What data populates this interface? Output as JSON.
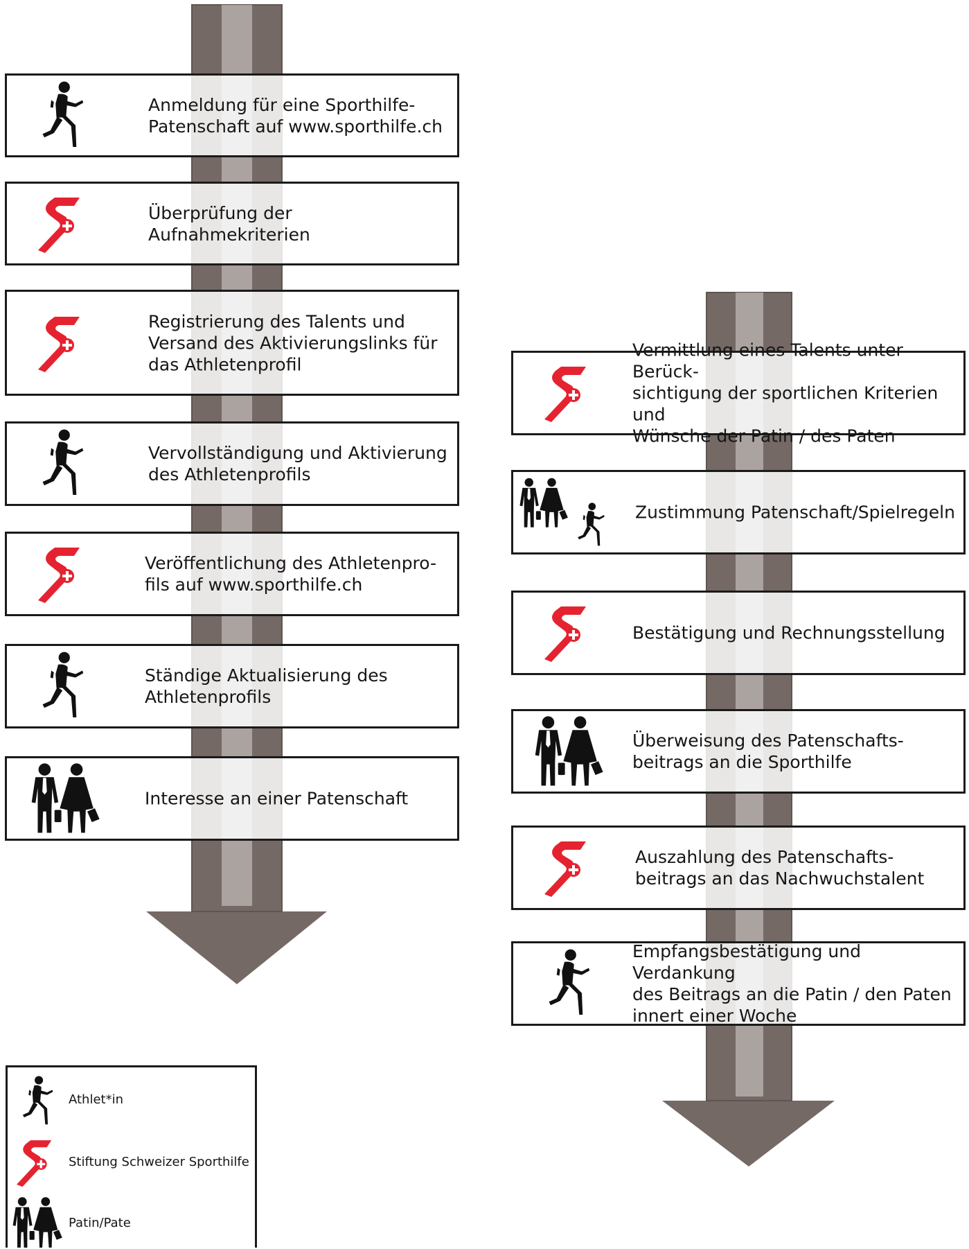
{
  "colors": {
    "arrow": "#746964",
    "arrow_highlight": "#d7d4d2",
    "box_border": "#1a1a1a",
    "logo_red": "#e52330",
    "icon_black": "#111111"
  },
  "left_steps": [
    {
      "icon": "athlete-icon",
      "text": "Anmeldung für eine Sporthilfe-\nPatenschaft auf www.sporthilfe.ch"
    },
    {
      "icon": "sporthilfe-logo-icon",
      "text": "Überprüfung der Aufnahmekriterien"
    },
    {
      "icon": "sporthilfe-logo-icon",
      "text": "Registrierung des Talents und\nVersand des Aktivierungslinks für\ndas Athletenprofil"
    },
    {
      "icon": "athlete-icon",
      "text": "Vervollständigung und Aktivierung\ndes Athletenprofils"
    },
    {
      "icon": "sporthilfe-logo-icon",
      "text": "Veröffentlichung des Athletenpro-\nfils auf www.sporthilfe.ch"
    },
    {
      "icon": "athlete-icon",
      "text": "Ständige Aktualisierung des\nAthletenprofils"
    },
    {
      "icon": "sponsor-couple-icon",
      "text": "Interesse an einer Patenschaft"
    }
  ],
  "right_steps": [
    {
      "icon": "sporthilfe-logo-icon",
      "text": "Vermittlung eines Talents unter Berück-\nsichtigung der sportlichen Kriterien und\nWünsche der Patin / des Paten"
    },
    {
      "icon": "sponsor-and-athlete-icon",
      "text": "Zustimmung Patenschaft/Spielregeln"
    },
    {
      "icon": "sporthilfe-logo-icon",
      "text": "Bestätigung und Rechnungsstellung"
    },
    {
      "icon": "sponsor-couple-icon",
      "text": "Überweisung des Patenschafts-\nbeitrags an die Sporthilfe"
    },
    {
      "icon": "sporthilfe-logo-icon",
      "text": "Auszahlung des Patenschafts-\nbeitrags an das Nachwuchstalent"
    },
    {
      "icon": "athlete-icon",
      "text": "Empfangsbestätigung und Verdankung\ndes Beitrags an die Patin / den Paten\ninnert einer Woche"
    }
  ],
  "legend": [
    {
      "icon": "athlete-icon",
      "label": "Athlet*in"
    },
    {
      "icon": "sporthilfe-logo-icon",
      "label": "Stiftung Schweizer Sporthilfe"
    },
    {
      "icon": "sponsor-couple-icon",
      "label": "Patin/Pate"
    }
  ]
}
